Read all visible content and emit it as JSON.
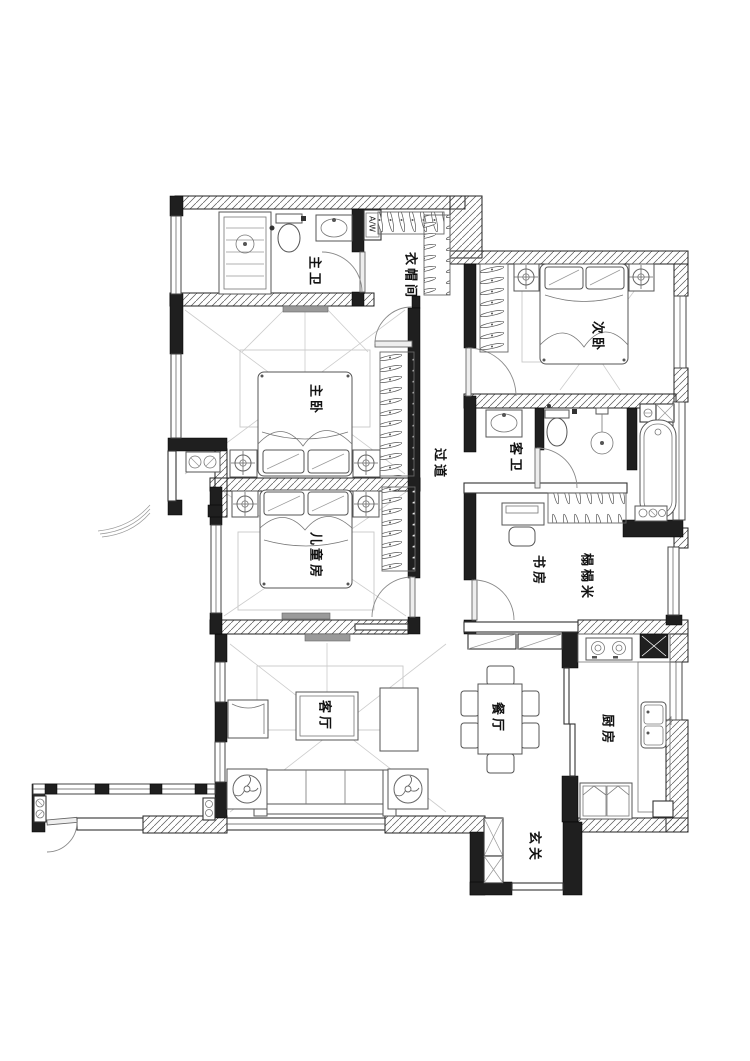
{
  "floor_plan": {
    "type": "residential-apartment-floor-plan",
    "rooms": [
      {
        "id": "master-bathroom",
        "label": "主卫"
      },
      {
        "id": "walk-in-closet",
        "label": "衣帽间"
      },
      {
        "id": "secondary-bedroom",
        "label": "次卧"
      },
      {
        "id": "master-bedroom",
        "label": "主卧"
      },
      {
        "id": "hallway",
        "label": "过道"
      },
      {
        "id": "guest-bathroom",
        "label": "客卫"
      },
      {
        "id": "children-room",
        "label": "儿童房"
      },
      {
        "id": "study",
        "label": "书房"
      },
      {
        "id": "tatami",
        "label": "榻榻米"
      },
      {
        "id": "living-room",
        "label": "客厅"
      },
      {
        "id": "dining-room",
        "label": "餐厅"
      },
      {
        "id": "kitchen",
        "label": "厨房"
      },
      {
        "id": "entry-hall",
        "label": "玄关"
      }
    ],
    "annotations": [
      {
        "id": "washer-unit",
        "label": "A/W"
      }
    ],
    "colors": {
      "background": "#ffffff",
      "wall": "#1f1f1f",
      "line": "#555555",
      "light_line": "#bbbbbb"
    }
  }
}
